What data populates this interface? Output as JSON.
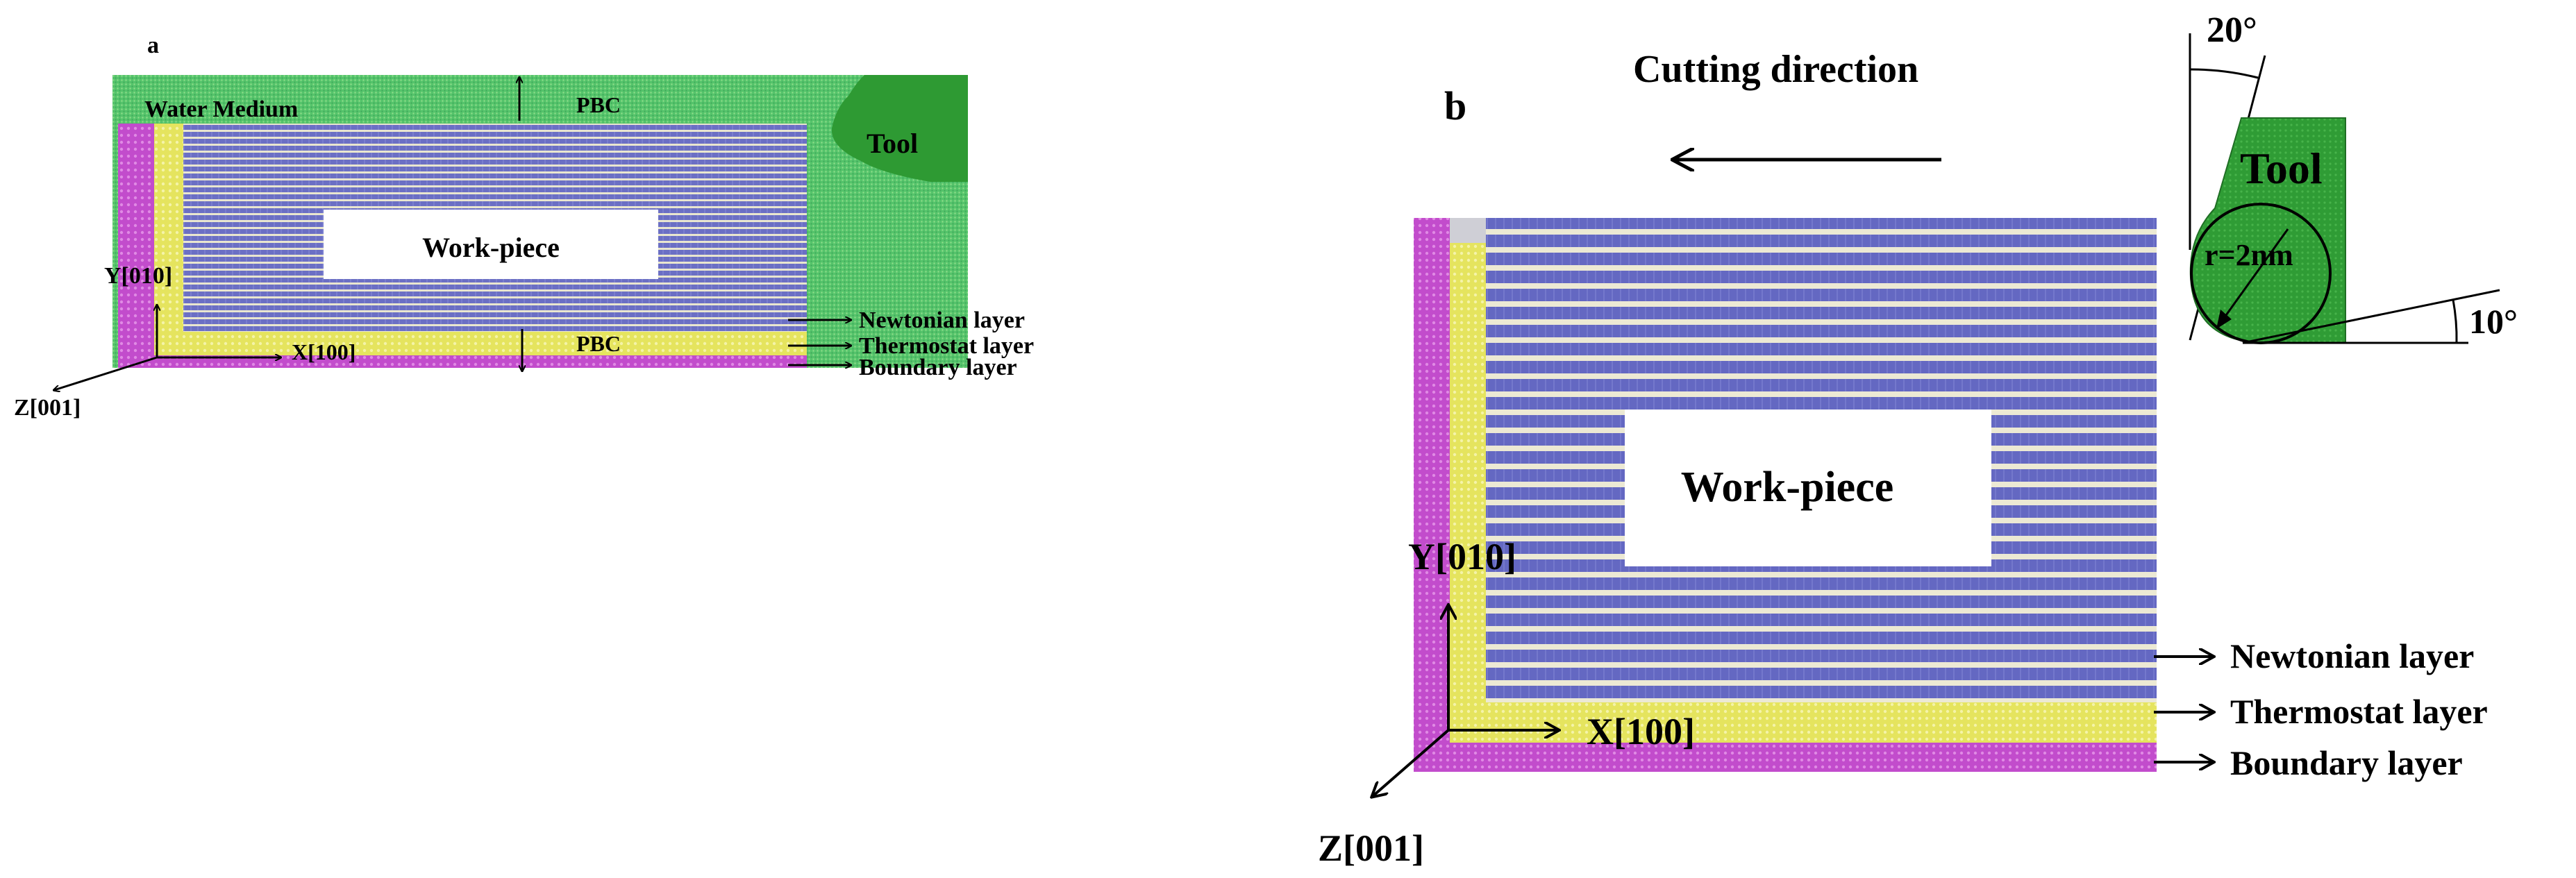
{
  "panel_a": {
    "label": "a",
    "water_medium": "Water Medium",
    "pbc_top": "PBC",
    "pbc_bottom": "PBC",
    "tool": "Tool",
    "workpiece": "Work-piece",
    "y_axis": "Y[010]",
    "x_axis": "X[100]",
    "z_axis": "Z[001]",
    "newtonian": "Newtonian layer",
    "thermostat": "Thermostat layer",
    "boundary": "Boundary layer"
  },
  "panel_b": {
    "label": "b",
    "cutting_direction": "Cutting direction",
    "rake_angle": "20°",
    "tool": "Tool",
    "radius": "r=2nm",
    "clearance_angle": "10°",
    "workpiece": "Work-piece",
    "y_axis": "Y[010]",
    "x_axis": "X[100]",
    "z_axis": "Z[001]",
    "newtonian": "Newtonian layer",
    "thermostat": "Thermostat layer",
    "boundary": "Boundary layer"
  },
  "colors": {
    "water": "#52c46a",
    "workpiece_atoms": "#6b6fc4",
    "atom_gap": "#e9e6cf",
    "thermostat": "#e4e45a",
    "boundary": "#c64bd0",
    "tool": "#2e9a33",
    "tool_b": "#3aa63a"
  }
}
